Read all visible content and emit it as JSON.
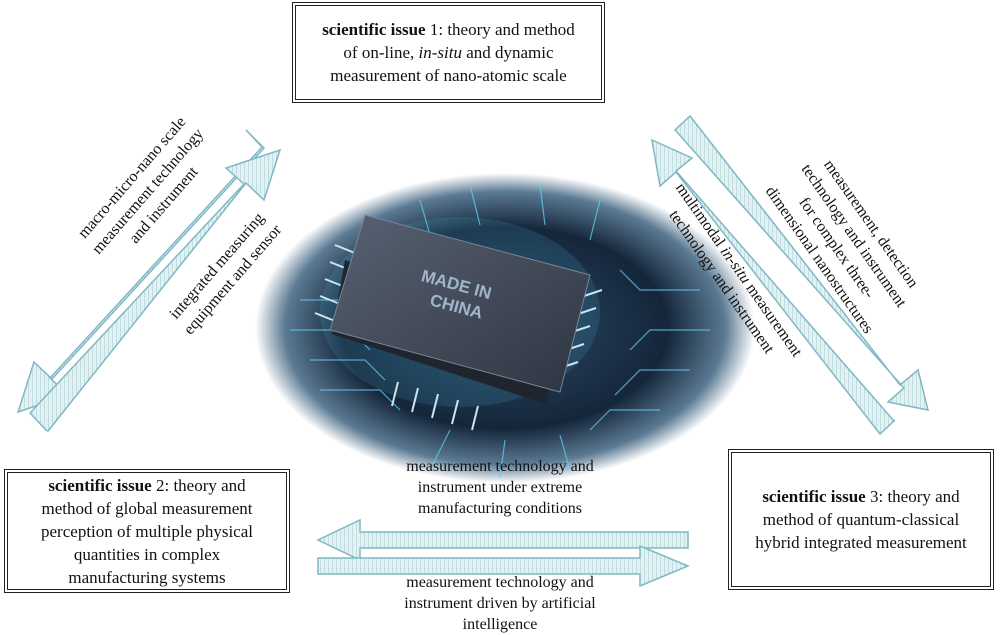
{
  "issues": {
    "issue1": {
      "heading": "scientific issue",
      "line1_rest": " 1: theory and method",
      "line2_a": "of on-line, ",
      "line2_italic": "in-situ",
      "line2_b": " and dynamic",
      "line3": "measurement of nano-atomic scale"
    },
    "issue2": {
      "heading": "scientific issue",
      "line1_rest": " 2: theory and",
      "line2": "method of global measurement",
      "line3": "perception of multiple physical",
      "line4": "quantities in complex",
      "line5": "manufacturing systems"
    },
    "issue3": {
      "heading": "scientific issue",
      "line1_rest": " 3: theory and",
      "line2": "method of quantum-classical",
      "line3": "hybrid integrated measurement"
    }
  },
  "labels": {
    "left_outer": [
      "macro-micro-nano scale",
      "measurement technology",
      "and instrument"
    ],
    "left_inner": [
      "integrated measuring",
      "equipment and sensor"
    ],
    "right_outer": [
      "measurement, detection",
      "technology and instrument",
      "for complex three-",
      "dimensional nanostructures"
    ],
    "right_inner_a": "multimodal ",
    "right_inner_italic": "in-situ",
    "right_inner_b": " measurement",
    "right_inner_2": "technology and instrument",
    "bottom_top": [
      "measurement technology and",
      "instrument under extreme",
      "manufacturing conditions"
    ],
    "bottom_bot": [
      "measurement technology and",
      "instrument driven by artificial",
      "intelligence"
    ]
  },
  "chip": {
    "text_line1": "MADE IN",
    "text_line2": "CHINA"
  },
  "colors": {
    "arrow_stroke": "#8fc2cc",
    "arrow_fill": "#dcecef",
    "chip_body": "#3b4350",
    "board": "#1b2c3c",
    "glow": "#6fd6ff"
  }
}
